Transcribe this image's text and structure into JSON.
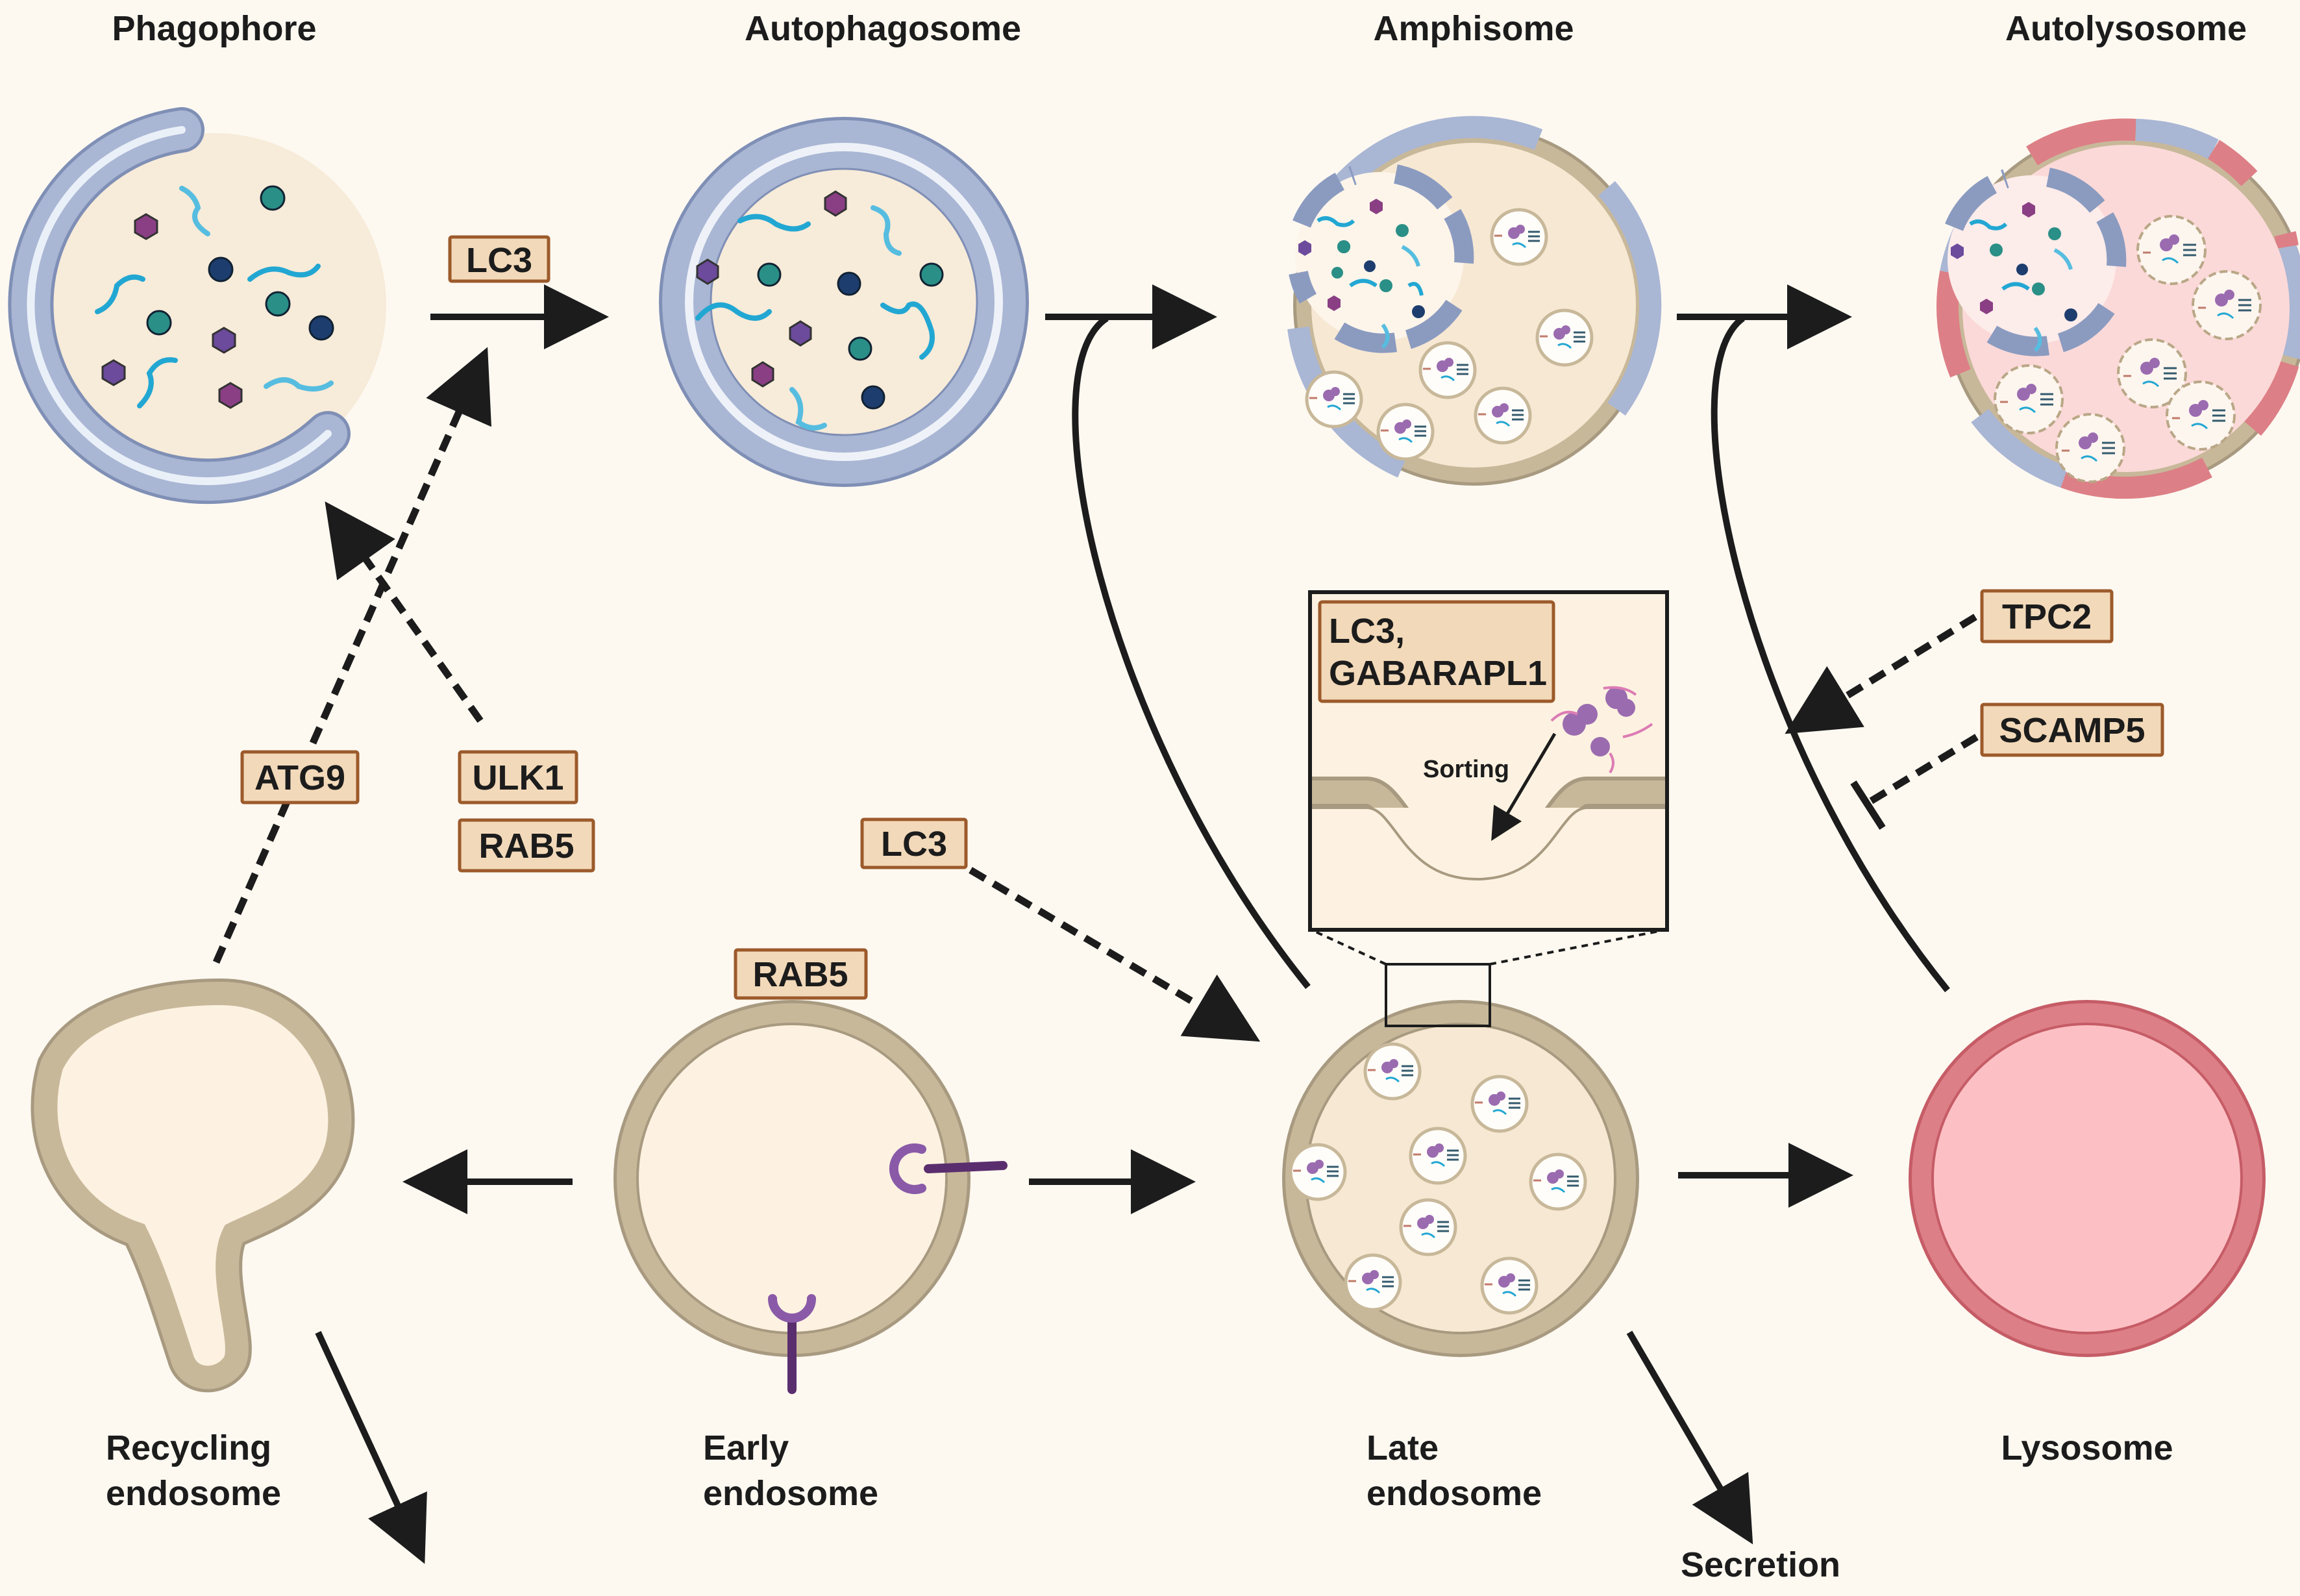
{
  "stages": {
    "phagophore": "Phagophore",
    "autophagosome": "Autophagosome",
    "amphisome": "Amphisome",
    "autolysosome": "Autolysosome",
    "recycling_line1": "Recycling",
    "recycling_line2": "endosome",
    "early_line1": "Early",
    "early_line2": "endosome",
    "late_line1": "Late",
    "late_line2": "endosome",
    "lysosome": "Lysosome",
    "secretion": "Secretion"
  },
  "labels": {
    "lc3_top": "LC3",
    "atg9": "ATG9",
    "ulk1": "ULK1",
    "rab5_left": "RAB5",
    "lc3_mid": "LC3",
    "rab5_early": "RAB5",
    "tpc2": "TPC2",
    "scamp5": "SCAMP5",
    "inset_line1": "LC3,",
    "inset_line2": "GABARAPL1",
    "sorting": "Sorting"
  },
  "colors": {
    "background": "#fdf9f1",
    "autophagic_membrane": "#a9b6d4",
    "endosomal_membrane": "#c8b89a",
    "lysosomal_membrane": "#dd7f86",
    "lysosome_lumen": "#fcc0c4",
    "cargo_protein": "#9b6bb0",
    "cargo_rna": "#22a7d3"
  }
}
